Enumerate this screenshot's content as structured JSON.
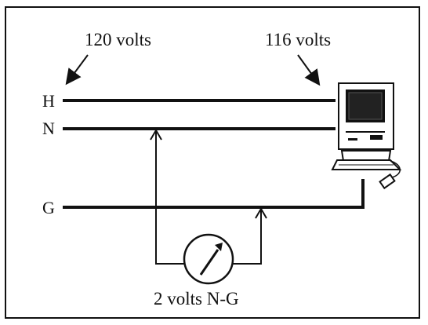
{
  "diagram": {
    "labels": {
      "voltage_source": "120 volts",
      "voltage_load": "116 volts",
      "hot": "H",
      "neutral": "N",
      "ground": "G",
      "meter_reading": "2 volts N-G"
    },
    "icons": {
      "computer": "desktop-computer-icon",
      "meter": "voltmeter-icon"
    },
    "colors": {
      "line": "#111111",
      "background": "#ffffff"
    }
  }
}
